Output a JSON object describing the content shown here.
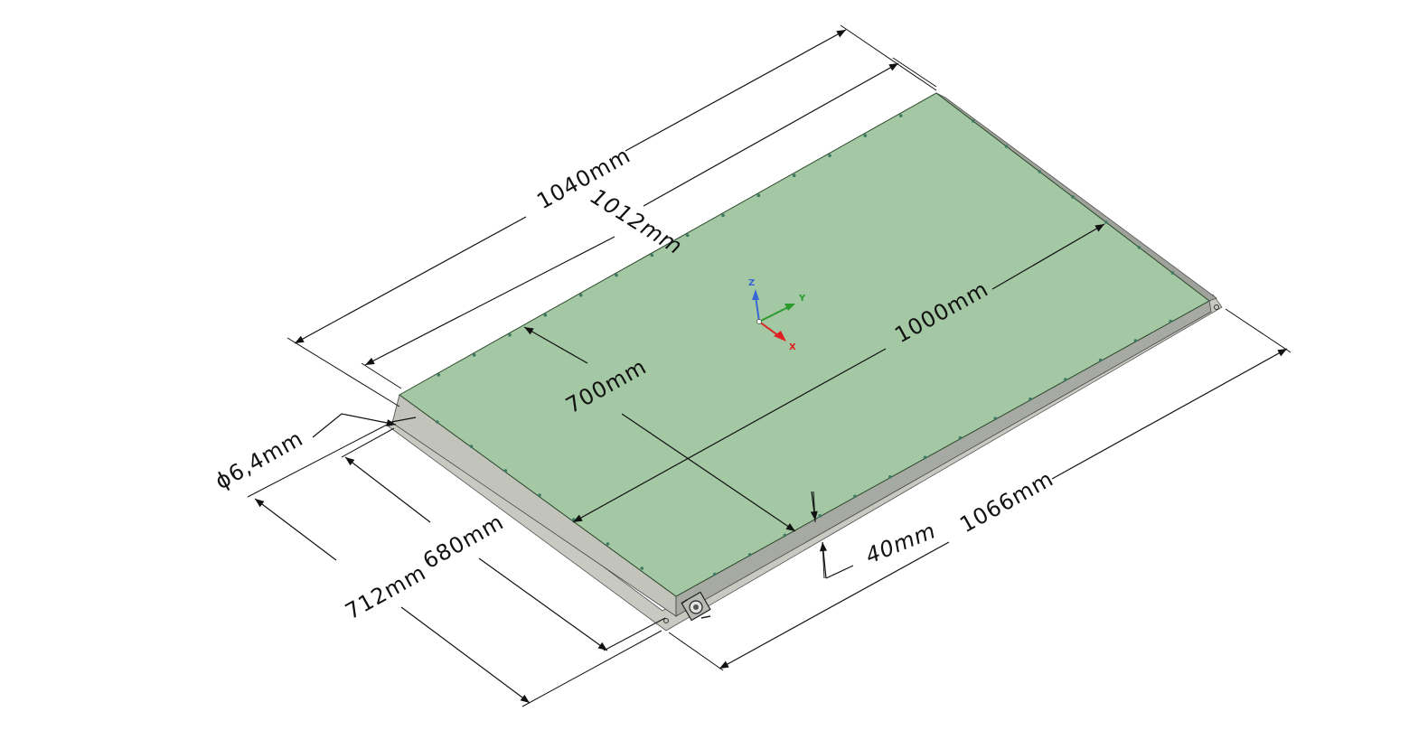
{
  "dimensions": {
    "overall_length": "1040mm",
    "inner_length": "1012mm",
    "panel_length": "1000mm",
    "base_length": "1066mm",
    "panel_width": "700mm",
    "inner_width": "680mm",
    "overall_width": "712mm",
    "hole_diameter": "ϕ6,4mm",
    "height": "40mm"
  },
  "triad": {
    "x": "X",
    "y": "Y",
    "z": "Z"
  },
  "colors": {
    "panel_top": "#a3c8a3",
    "frame_side": "#a7aaa2",
    "frame_front": "#c2c4bc",
    "screw": "#3c7a63",
    "x_axis": "#e02020",
    "y_axis": "#2a9a2a",
    "z_axis": "#3a66d6"
  }
}
